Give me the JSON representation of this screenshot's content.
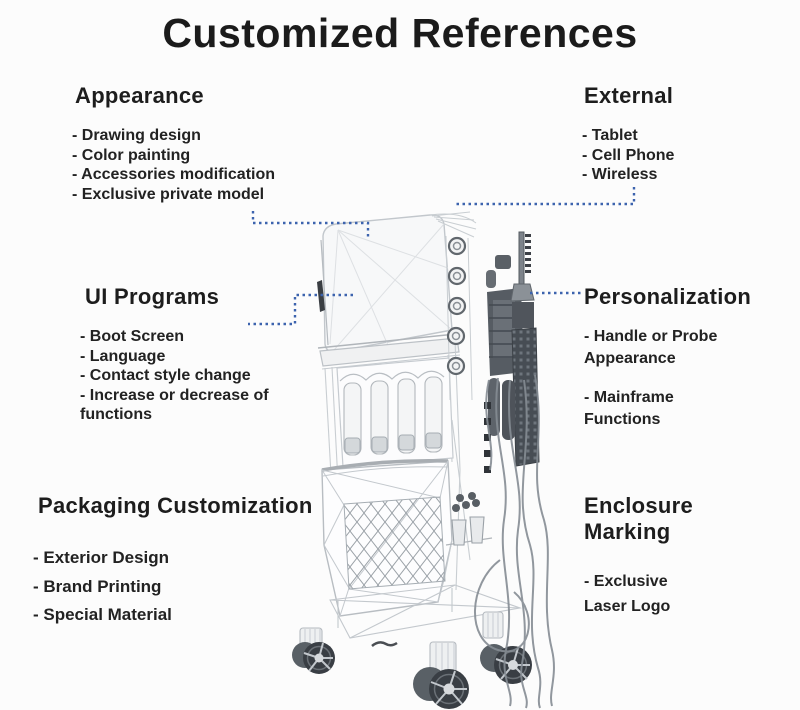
{
  "title": "Customized References",
  "colors": {
    "connector": "#3c63ae",
    "heading_text": "#1d1d1d",
    "body_text": "#222222",
    "background": "#fcfcfc"
  },
  "sections": {
    "appearance": {
      "heading": "Appearance",
      "items": [
        "- Drawing design",
        "- Color painting",
        "- Accessories modification",
        "- Exclusive private model"
      ]
    },
    "external": {
      "heading": "External",
      "items": [
        "- Tablet",
        "- Cell Phone",
        "- Wireless"
      ]
    },
    "ui_programs": {
      "heading": "UI Programs",
      "items": [
        "- Boot Screen",
        "- Language",
        "- Contact style change",
        "- Increase or decrease of functions"
      ]
    },
    "personalization": {
      "heading": "Personalization",
      "items": [
        "- Handle or Probe Appearance",
        "- Mainframe Functions"
      ]
    },
    "packaging": {
      "heading": "Packaging Customization",
      "items": [
        "- Exterior Design",
        "- Brand Printing",
        "- Special Material"
      ]
    },
    "enclosure": {
      "heading": "Enclosure Marking",
      "items": [
        "- Exclusive Laser Logo"
      ]
    }
  },
  "illustration": {
    "description": "Wireframe 3D drawing of a trolley-style beauty machine with tilted screen, serum bottle bay, storage net, side handpieces with coiled cables, and caster wheels"
  }
}
